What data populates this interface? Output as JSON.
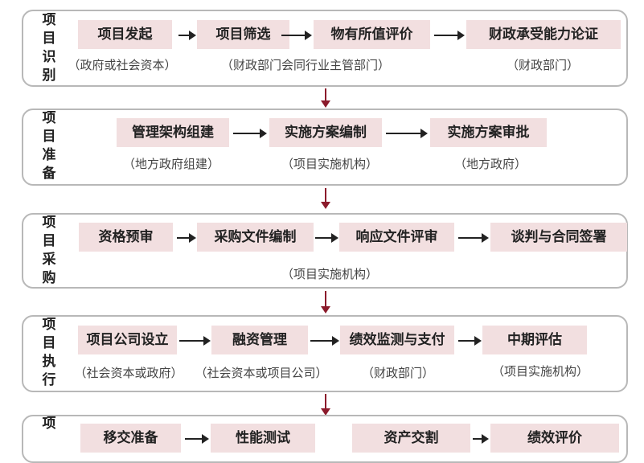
{
  "stages": [
    {
      "label": "项目识别",
      "steps": [
        "项目发起",
        "项目筛选",
        "物有所值评价",
        "财政承受能力论证"
      ],
      "notes": [
        "（政府或社会资本）",
        "（财政部门会同行业主管部门）",
        "（财政部门）"
      ]
    },
    {
      "label": "项目准备",
      "steps": [
        "管理架构组建",
        "实施方案编制",
        "实施方案审批"
      ],
      "notes": [
        "（地方政府组建）",
        "（项目实施机构）",
        "（地方政府）"
      ]
    },
    {
      "label": "项目采购",
      "steps": [
        "资格预审",
        "采购文件编制",
        "响应文件评审",
        "谈判与合同签署"
      ],
      "notes": [
        "（项目实施机构）"
      ]
    },
    {
      "label": "项目执行",
      "steps": [
        "项目公司设立",
        "融资管理",
        "绩效监测与支付",
        "中期评估"
      ],
      "notes": [
        "（社会资本或政府）",
        "（社会资本或项目公司）",
        "（财政部门）",
        "（项目实施机构）"
      ]
    },
    {
      "label": "项",
      "steps": [
        "移交准备",
        "性能测试",
        "资产交割",
        "绩效评价"
      ],
      "notes": []
    }
  ]
}
